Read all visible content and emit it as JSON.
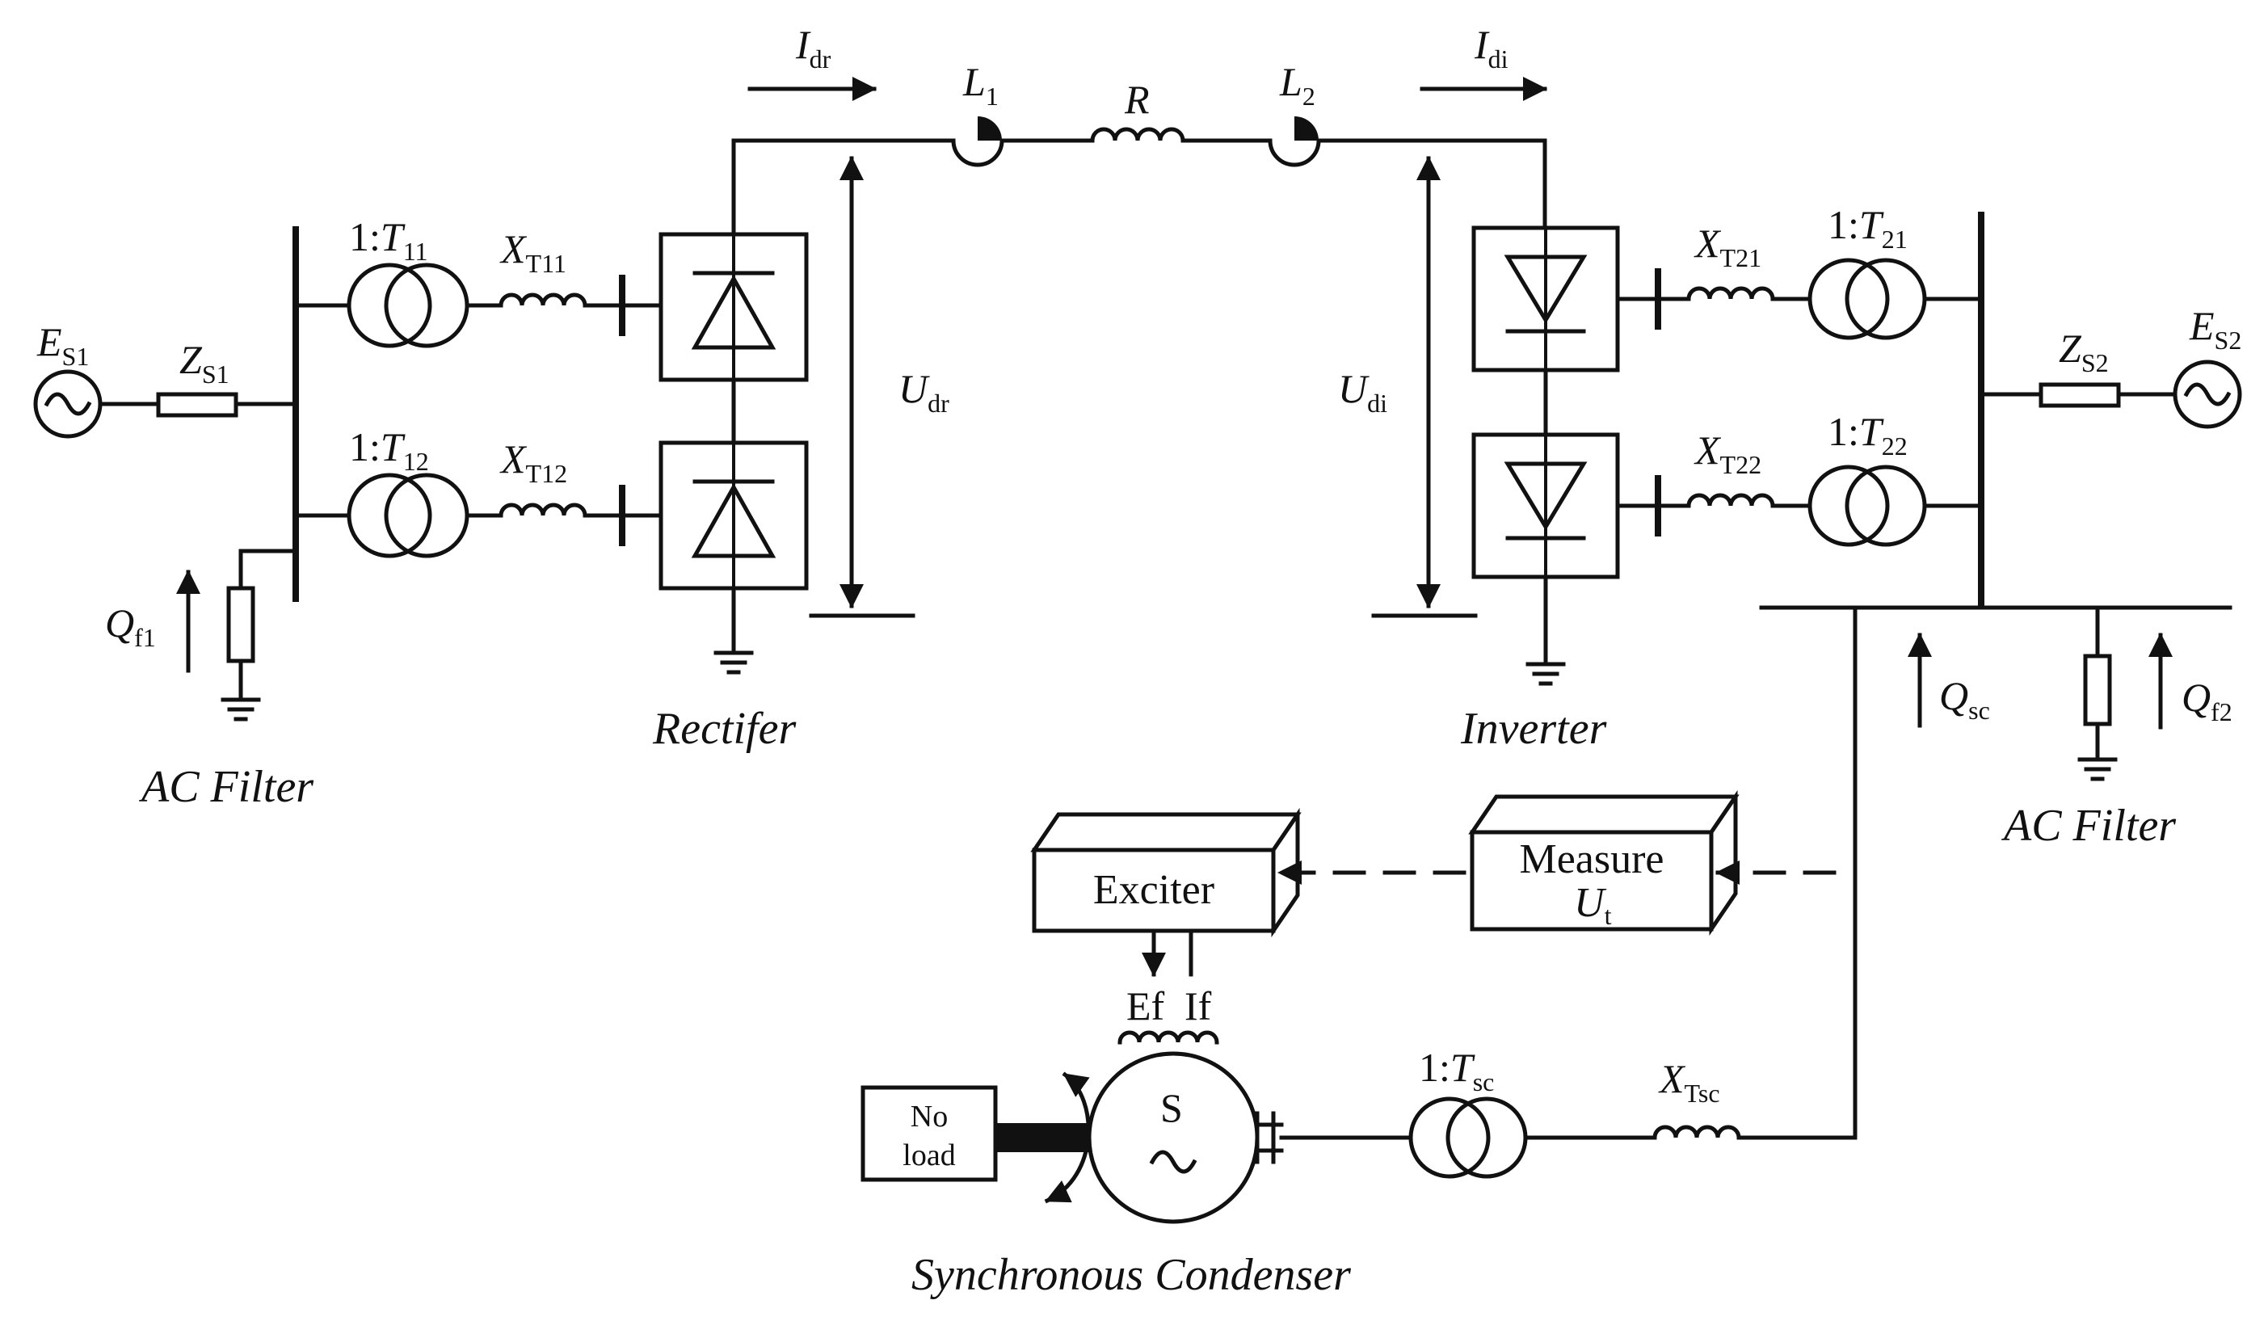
{
  "labels": {
    "es1": {
      "main": "E",
      "sub": "S1"
    },
    "zs1": {
      "main": "Z",
      "sub": "S1"
    },
    "t11": {
      "pre": "1:",
      "main": "T",
      "sub": "11"
    },
    "t12": {
      "pre": "1:",
      "main": "T",
      "sub": "12"
    },
    "xt11": {
      "main": "X",
      "sub": "T11"
    },
    "xt12": {
      "main": "X",
      "sub": "T12"
    },
    "qf1": {
      "main": "Q",
      "sub": "f1"
    },
    "idr": {
      "main": "I",
      "sub": "dr"
    },
    "idi": {
      "main": "I",
      "sub": "di"
    },
    "l1": {
      "main": "L",
      "sub": "1"
    },
    "l2": {
      "main": "L",
      "sub": "2"
    },
    "r": {
      "main": "R"
    },
    "udr": {
      "main": "U",
      "sub": "dr"
    },
    "udi": {
      "main": "U",
      "sub": "di"
    },
    "xt21": {
      "main": "X",
      "sub": "T21"
    },
    "xt22": {
      "main": "X",
      "sub": "T22"
    },
    "t21": {
      "pre": "1:",
      "main": "T",
      "sub": "21"
    },
    "t22": {
      "pre": "1:",
      "main": "T",
      "sub": "22"
    },
    "zs2": {
      "main": "Z",
      "sub": "S2"
    },
    "es2": {
      "main": "E",
      "sub": "S2"
    },
    "qsc": {
      "main": "Q",
      "sub": "sc"
    },
    "qf2": {
      "main": "Q",
      "sub": "f2"
    },
    "tsc": {
      "pre": "1:",
      "main": "T",
      "sub": "sc"
    },
    "xtsc": {
      "main": "X",
      "sub": "Tsc"
    },
    "measure": {
      "line1": "Measure",
      "main": "U",
      "sub": "t"
    },
    "exciter": "Exciter",
    "ef": "Ef",
    "if": "If",
    "s": "S",
    "noload": {
      "line1": "No",
      "line2": "load"
    }
  },
  "captions": {
    "ac_filter_left": "AC Filter",
    "rectifier": "Rectifer",
    "inverter": "Inverter",
    "ac_filter_right": "AC Filter",
    "sync_condenser": "Synchronous Condenser"
  }
}
